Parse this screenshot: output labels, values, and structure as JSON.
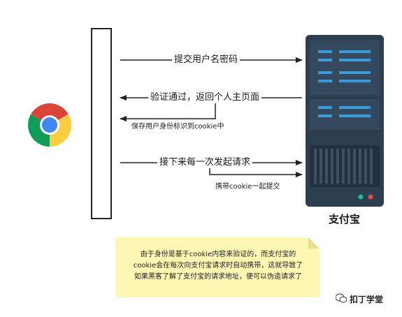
{
  "diagram": {
    "server_label": "支付宝",
    "arrows": [
      {
        "label": "提交用户名密码"
      },
      {
        "label": "验证通过，返回个人主页面"
      },
      {
        "label": "保存用户身份标识到cookie中"
      },
      {
        "label": "接下来每一次发起请求"
      },
      {
        "label": "携带cookie一起提交"
      }
    ],
    "note": {
      "lines": [
        "由于身份是基于cookie内容来验证的，而支付宝的",
        "cookie会在每次向支付宝请求时自动携带，这就导致了",
        "如果黑客了解了支付宝的请求地址，便可以伪造请求了"
      ]
    },
    "brand": "扣丁学堂",
    "colors": {
      "server_body": "#2d3e50",
      "server_bar": "#3b9bd6",
      "note_bg": "#fdf7b4",
      "led_green": "#1abc9c",
      "led_red": "#e74c3c"
    }
  }
}
